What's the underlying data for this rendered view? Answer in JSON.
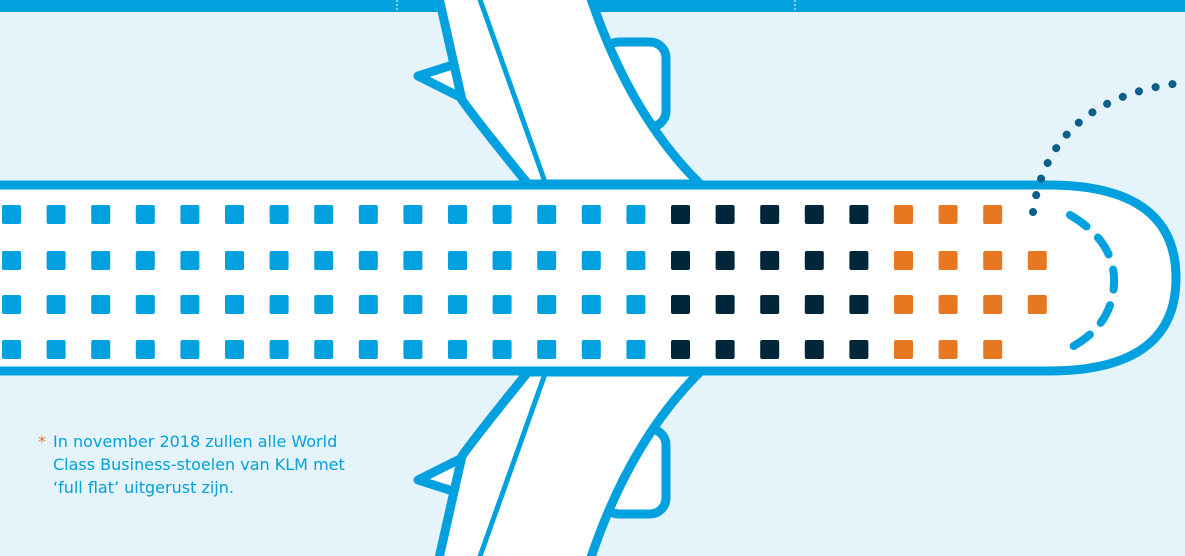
{
  "colors": {
    "background": "#e5f3fa",
    "stroke": "#00a1de",
    "top_bar": "#00a1de",
    "fill": "#ffffff",
    "economy_seat": "#00a1de",
    "comfort_seat": "#002739",
    "business_seat": "#e87722",
    "flight_path": "#0b5f8a",
    "footnote_text": "#00a1de",
    "footnote_star": "#e87722"
  },
  "seat_map": {
    "rows": [
      [
        "economy",
        "economy",
        "economy",
        "economy",
        "economy",
        "economy",
        "economy",
        "economy",
        "economy",
        "economy",
        "economy",
        "economy",
        "economy",
        "economy",
        "economy",
        "comfort",
        "comfort",
        "comfort",
        "comfort",
        "comfort",
        "business",
        "business",
        "business"
      ],
      [
        "economy",
        "economy",
        "economy",
        "economy",
        "economy",
        "economy",
        "economy",
        "economy",
        "economy",
        "economy",
        "economy",
        "economy",
        "economy",
        "economy",
        "economy",
        "comfort",
        "comfort",
        "comfort",
        "comfort",
        "comfort",
        "business",
        "business",
        "business",
        "business"
      ],
      [
        "economy",
        "economy",
        "economy",
        "economy",
        "economy",
        "economy",
        "economy",
        "economy",
        "economy",
        "economy",
        "economy",
        "economy",
        "economy",
        "economy",
        "economy",
        "comfort",
        "comfort",
        "comfort",
        "comfort",
        "comfort",
        "business",
        "business",
        "business",
        "business"
      ],
      [
        "economy",
        "economy",
        "economy",
        "economy",
        "economy",
        "economy",
        "economy",
        "economy",
        "economy",
        "economy",
        "economy",
        "economy",
        "economy",
        "economy",
        "economy",
        "comfort",
        "comfort",
        "comfort",
        "comfort",
        "comfort",
        "business",
        "business",
        "business"
      ]
    ]
  },
  "footnote": {
    "marker": "*",
    "text": "In november 2018 zullen alle World Class Business-stoelen van KLM met ‘full flat’ uitgerust zijn."
  }
}
